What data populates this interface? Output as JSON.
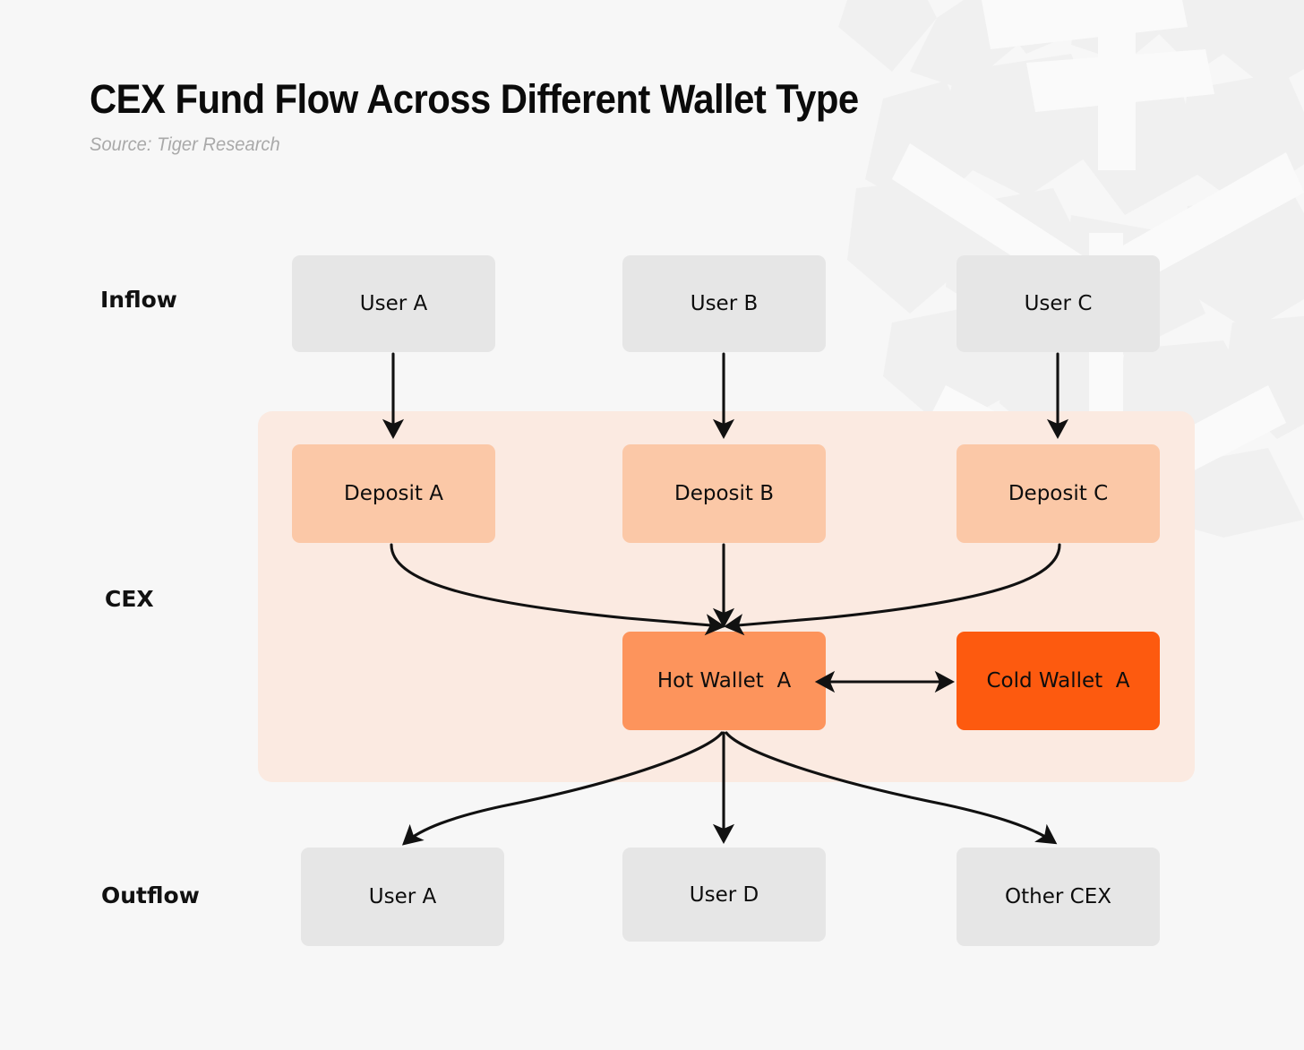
{
  "header": {
    "title": "CEX Fund Flow Across Different Wallet Type",
    "subtitle": "Source: Tiger Research"
  },
  "colors": {
    "background": "#f7f7f7",
    "watermark": "#f0f0f0",
    "cex_band": "#fbeae1",
    "node_gray": "#e6e6e6",
    "node_peach": "#fbc8a7",
    "node_hot": "#fd945c",
    "node_cold": "#fd5a0f",
    "edge": "#111111",
    "title": "#0b0b0b",
    "subtitle": "#a9a9a9"
  },
  "row_labels": {
    "inflow": "Inflow",
    "cex": "CEX",
    "outflow": "Outflow"
  },
  "chart_data": {
    "type": "diagram",
    "title": "CEX Fund Flow Across Different Wallet Type",
    "subtitle": "Source: Tiger Research",
    "bands": [
      {
        "id": "cex-band",
        "label": "CEX"
      }
    ],
    "rows": [
      {
        "id": "inflow",
        "label": "Inflow",
        "nodes": [
          {
            "id": "user-a-in",
            "label": "User A",
            "style": "gray"
          },
          {
            "id": "user-b-in",
            "label": "User B",
            "style": "gray"
          },
          {
            "id": "user-c-in",
            "label": "User C",
            "style": "gray"
          }
        ]
      },
      {
        "id": "deposits",
        "label": "CEX",
        "nodes": [
          {
            "id": "deposit-a",
            "label": "Deposit A",
            "style": "peach"
          },
          {
            "id": "deposit-b",
            "label": "Deposit B",
            "style": "peach"
          },
          {
            "id": "deposit-c",
            "label": "Deposit C",
            "style": "peach"
          }
        ]
      },
      {
        "id": "wallets",
        "label": "CEX",
        "nodes": [
          {
            "id": "hot-wallet",
            "label": "Hot Wallet  A",
            "style": "hot"
          },
          {
            "id": "cold-wallet",
            "label": "Cold Wallet  A",
            "style": "cold"
          }
        ]
      },
      {
        "id": "outflow",
        "label": "Outflow",
        "nodes": [
          {
            "id": "user-a-out",
            "label": "User A",
            "style": "gray"
          },
          {
            "id": "user-d-out",
            "label": "User D",
            "style": "gray"
          },
          {
            "id": "other-cex",
            "label": "Other CEX",
            "style": "gray"
          }
        ]
      }
    ],
    "edges": [
      {
        "from": "user-a-in",
        "to": "deposit-a",
        "shape": "straight",
        "direction": "one-way"
      },
      {
        "from": "user-b-in",
        "to": "deposit-b",
        "shape": "straight",
        "direction": "one-way"
      },
      {
        "from": "user-c-in",
        "to": "deposit-c",
        "shape": "straight",
        "direction": "one-way"
      },
      {
        "from": "deposit-a",
        "to": "hot-wallet",
        "shape": "curved",
        "direction": "one-way"
      },
      {
        "from": "deposit-b",
        "to": "hot-wallet",
        "shape": "straight",
        "direction": "one-way"
      },
      {
        "from": "deposit-c",
        "to": "hot-wallet",
        "shape": "curved",
        "direction": "one-way"
      },
      {
        "from": "hot-wallet",
        "to": "cold-wallet",
        "shape": "straight",
        "direction": "two-way"
      },
      {
        "from": "hot-wallet",
        "to": "user-a-out",
        "shape": "curved",
        "direction": "one-way"
      },
      {
        "from": "hot-wallet",
        "to": "user-d-out",
        "shape": "straight",
        "direction": "one-way"
      },
      {
        "from": "hot-wallet",
        "to": "other-cex",
        "shape": "curved",
        "direction": "one-way"
      }
    ]
  },
  "nodes": {
    "user_a_in": "User A",
    "user_b_in": "User B",
    "user_c_in": "User C",
    "deposit_a": "Deposit A",
    "deposit_b": "Deposit B",
    "deposit_c": "Deposit C",
    "hot_wallet": "Hot Wallet  A",
    "cold_wallet": "Cold Wallet  A",
    "user_a_out": "User A",
    "user_d_out": "User D",
    "other_cex": "Other CEX"
  }
}
